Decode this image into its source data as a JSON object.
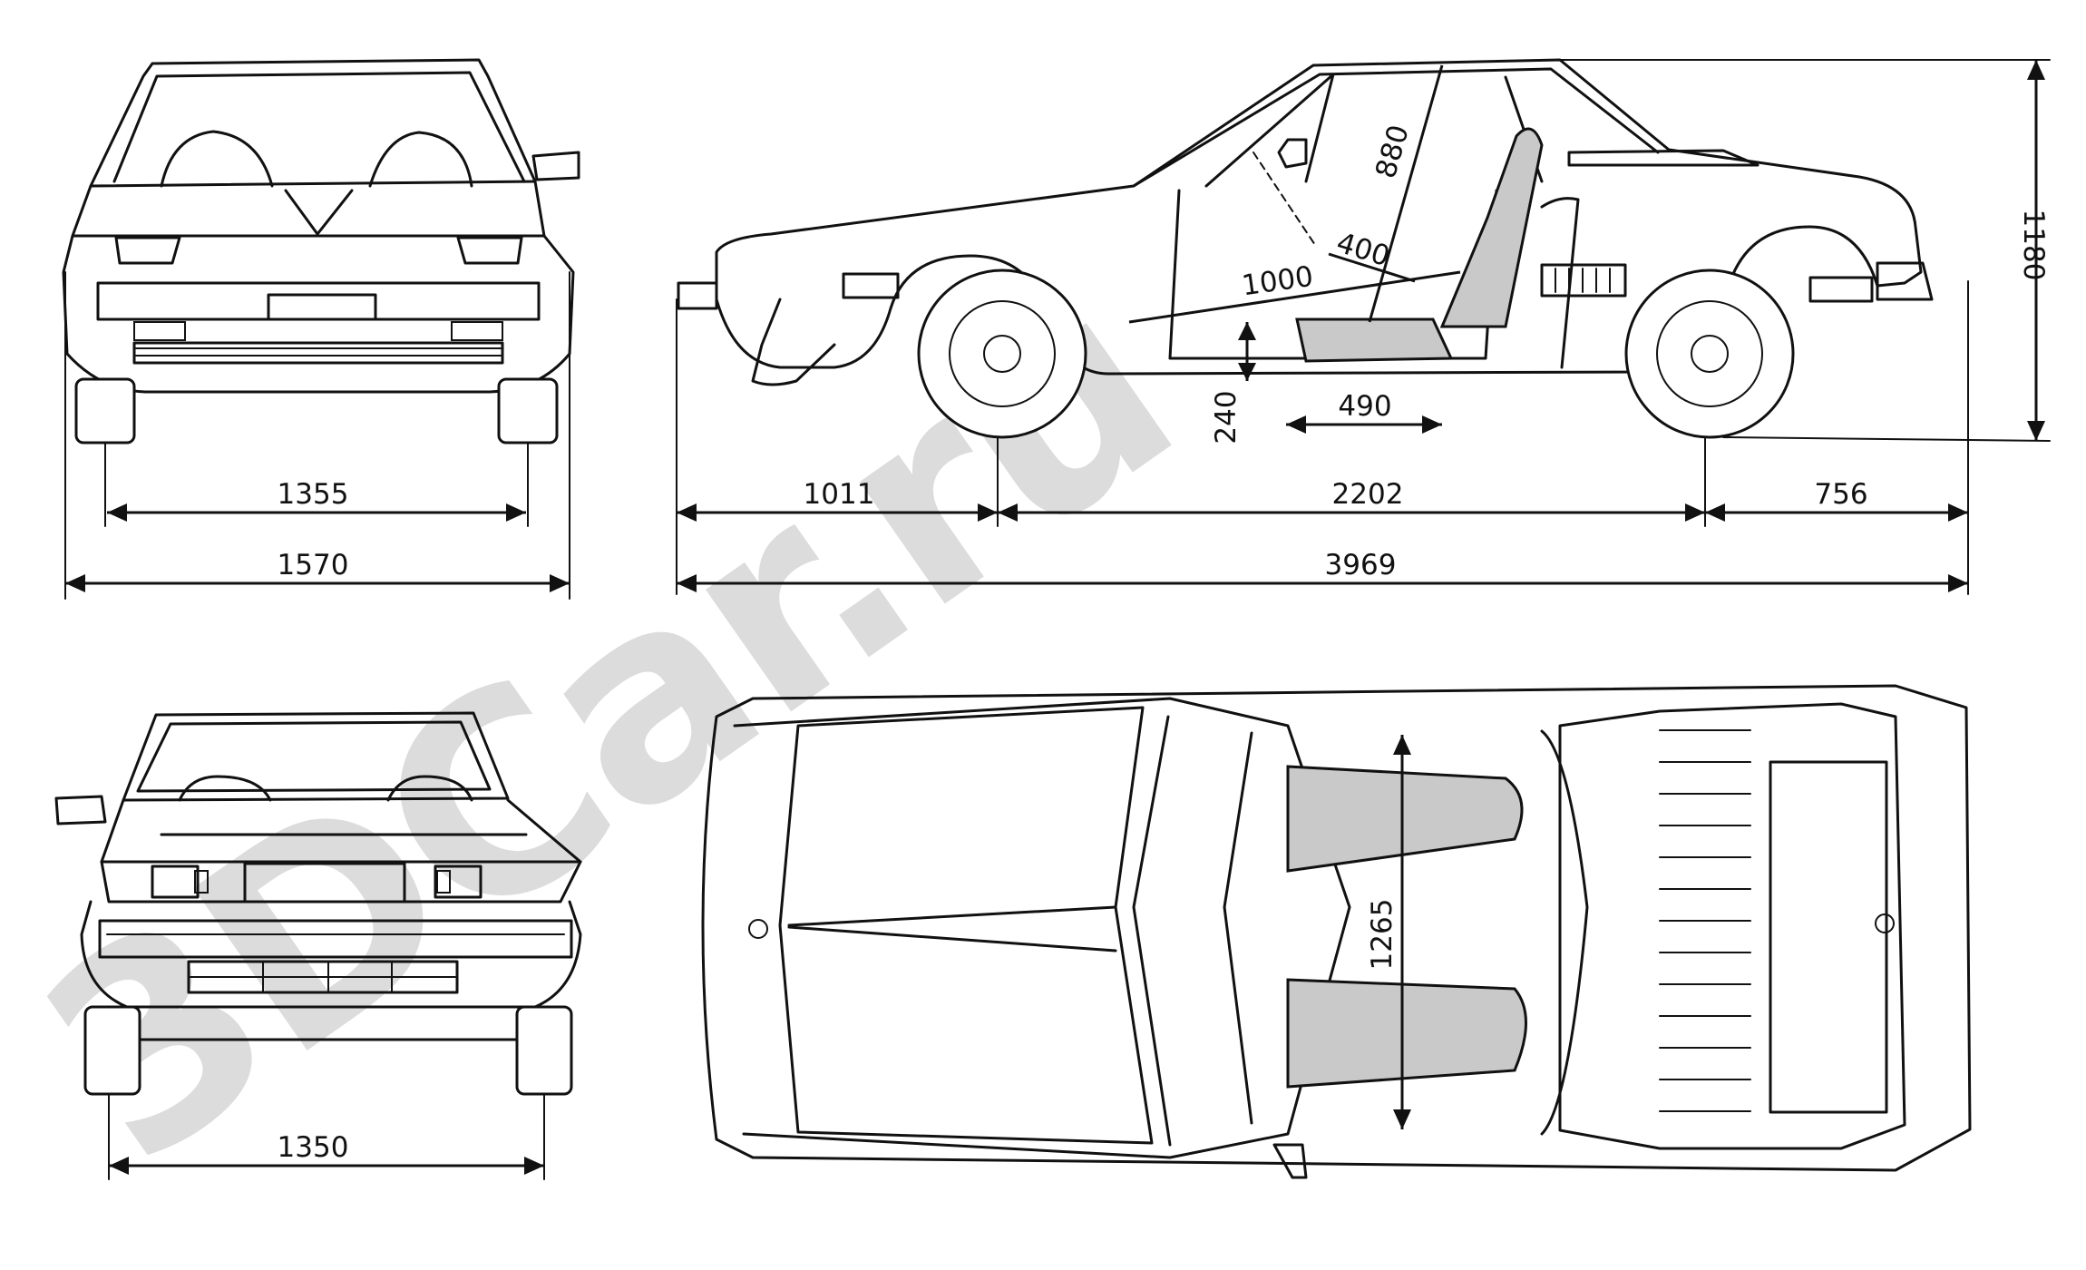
{
  "watermark": {
    "text": "3DCar.ru",
    "color": "#bfbfbf"
  },
  "front_view": {
    "track": "1355",
    "width": "1570"
  },
  "rear_view": {
    "track": "1350"
  },
  "side_view": {
    "overall_height": "1180",
    "front_overhang": "1011",
    "wheelbase": "2202",
    "rear_overhang": "756",
    "overall_length": "3969",
    "headroom": "880",
    "seat_back": "400",
    "pedal_distance": "1000",
    "seat_height": "240",
    "seat_cushion": "490"
  },
  "top_view": {
    "interior_width": "1265"
  }
}
